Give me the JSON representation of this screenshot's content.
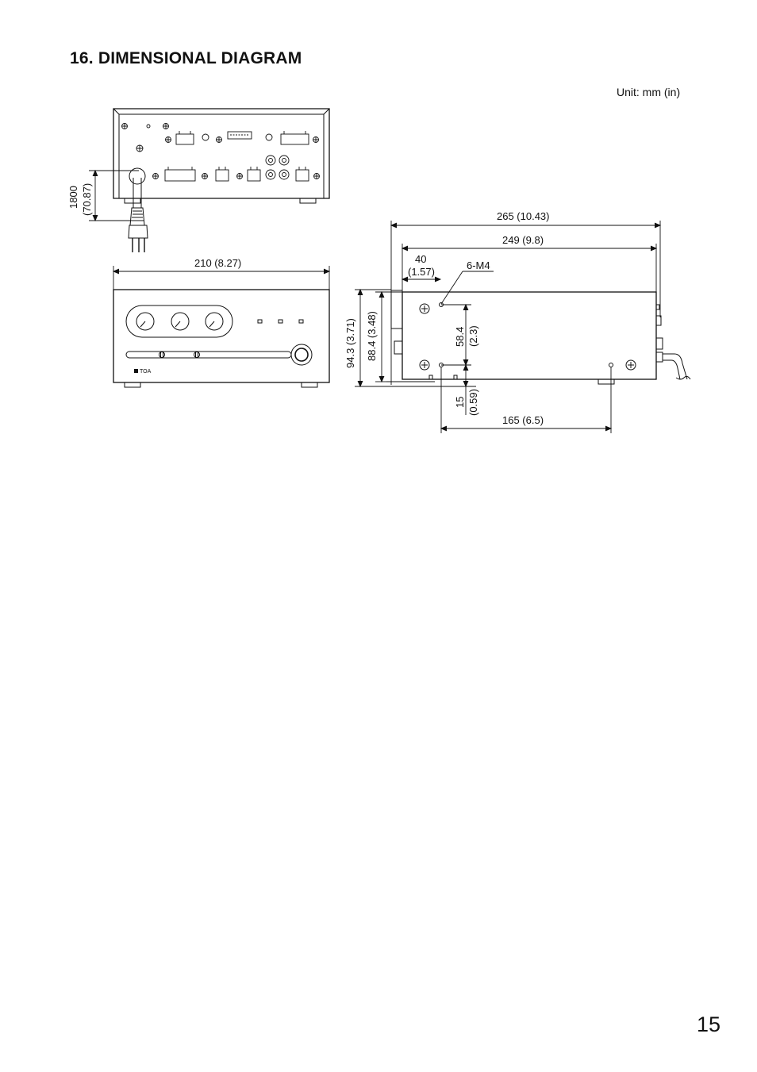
{
  "page": {
    "title": "16. DIMENSIONAL DIAGRAM",
    "unit": "Unit: mm (in)",
    "page_number": "15"
  },
  "dimensions": {
    "cord_length_mm": "1800",
    "cord_length_in": "(70.87)",
    "front_width": "210 (8.27)",
    "side_length_total": "265 (10.43)",
    "side_length_body": "249 (9.8)",
    "hole_offset_mm": "40",
    "hole_offset_in": "(1.57)",
    "screw_spec": "6-M4",
    "height_total": "94.3 (3.71)",
    "height_body": "88.4 (3.48)",
    "hole_pitch_mm": "58.4",
    "hole_pitch_in": "(2.3)",
    "hole_bottom_mm": "15",
    "hole_bottom_in": "(0.59)",
    "hole_span": "165 (6.5)"
  },
  "brand_logo": "TOA"
}
